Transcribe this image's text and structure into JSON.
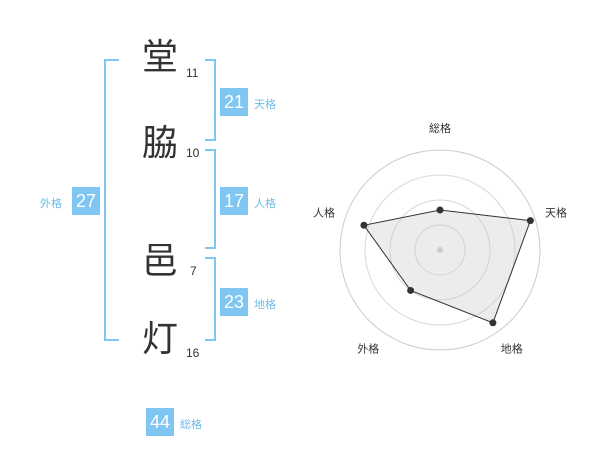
{
  "name": {
    "chars": [
      {
        "char": "堂",
        "strokes": "11"
      },
      {
        "char": "脇",
        "strokes": "10"
      },
      {
        "char": "邑",
        "strokes": "7"
      },
      {
        "char": "灯",
        "strokes": "16"
      }
    ]
  },
  "fortunes": {
    "tenkaku": {
      "value": "21",
      "label": "天格"
    },
    "jinkaku": {
      "value": "17",
      "label": "人格"
    },
    "chikaku": {
      "value": "23",
      "label": "地格"
    },
    "gaikaku": {
      "value": "27",
      "label": "外格"
    },
    "soukaku": {
      "value": "44",
      "label": "総格"
    }
  },
  "colors": {
    "accent": "#7fc6f2",
    "bracket": "#7fc6f2",
    "text": "#333333"
  },
  "chart_data": {
    "type": "radar",
    "axes": [
      "総格",
      "天格",
      "地格",
      "外格",
      "人格"
    ],
    "values": [
      0.4,
      0.95,
      0.9,
      0.5,
      0.8
    ],
    "rings": 4
  }
}
